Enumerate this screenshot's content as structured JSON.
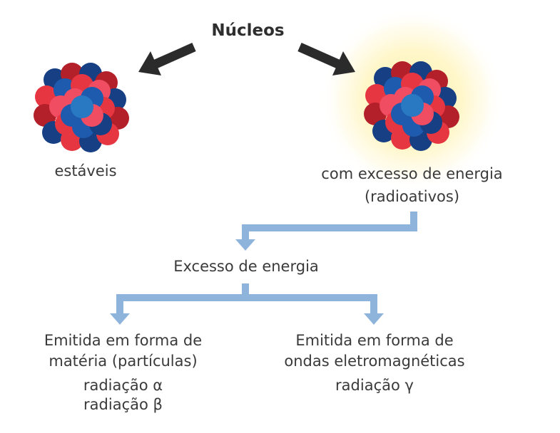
{
  "title": "Núcleos",
  "stable": {
    "label": "estáveis"
  },
  "excited": {
    "line1": "com excesso de energia",
    "line2": "(radioativos)"
  },
  "middle": {
    "label": "Excesso de energia"
  },
  "left_branch": {
    "line1": "Emitida em forma de",
    "line2": "matéria (partículas)",
    "rad1": "radiação α",
    "rad2": "radiação β"
  },
  "right_branch": {
    "line1": "Emitida em forma de",
    "line2": "ondas eletromagnéticas",
    "rad1": "radiação γ"
  },
  "colors": {
    "dark_arrow": "#2b2b2b",
    "flow_arrow": "#8fb4dc",
    "glow": "#fff6c8",
    "dark_red": "#b3202a",
    "red": "#e53642",
    "pink": "#f04d63",
    "navy": "#163f84",
    "blue": "#1e5bae",
    "light_blue": "#2878c2"
  },
  "icons": [
    "stable-nucleus-icon",
    "radioactive-nucleus-icon",
    "glow-icon"
  ]
}
